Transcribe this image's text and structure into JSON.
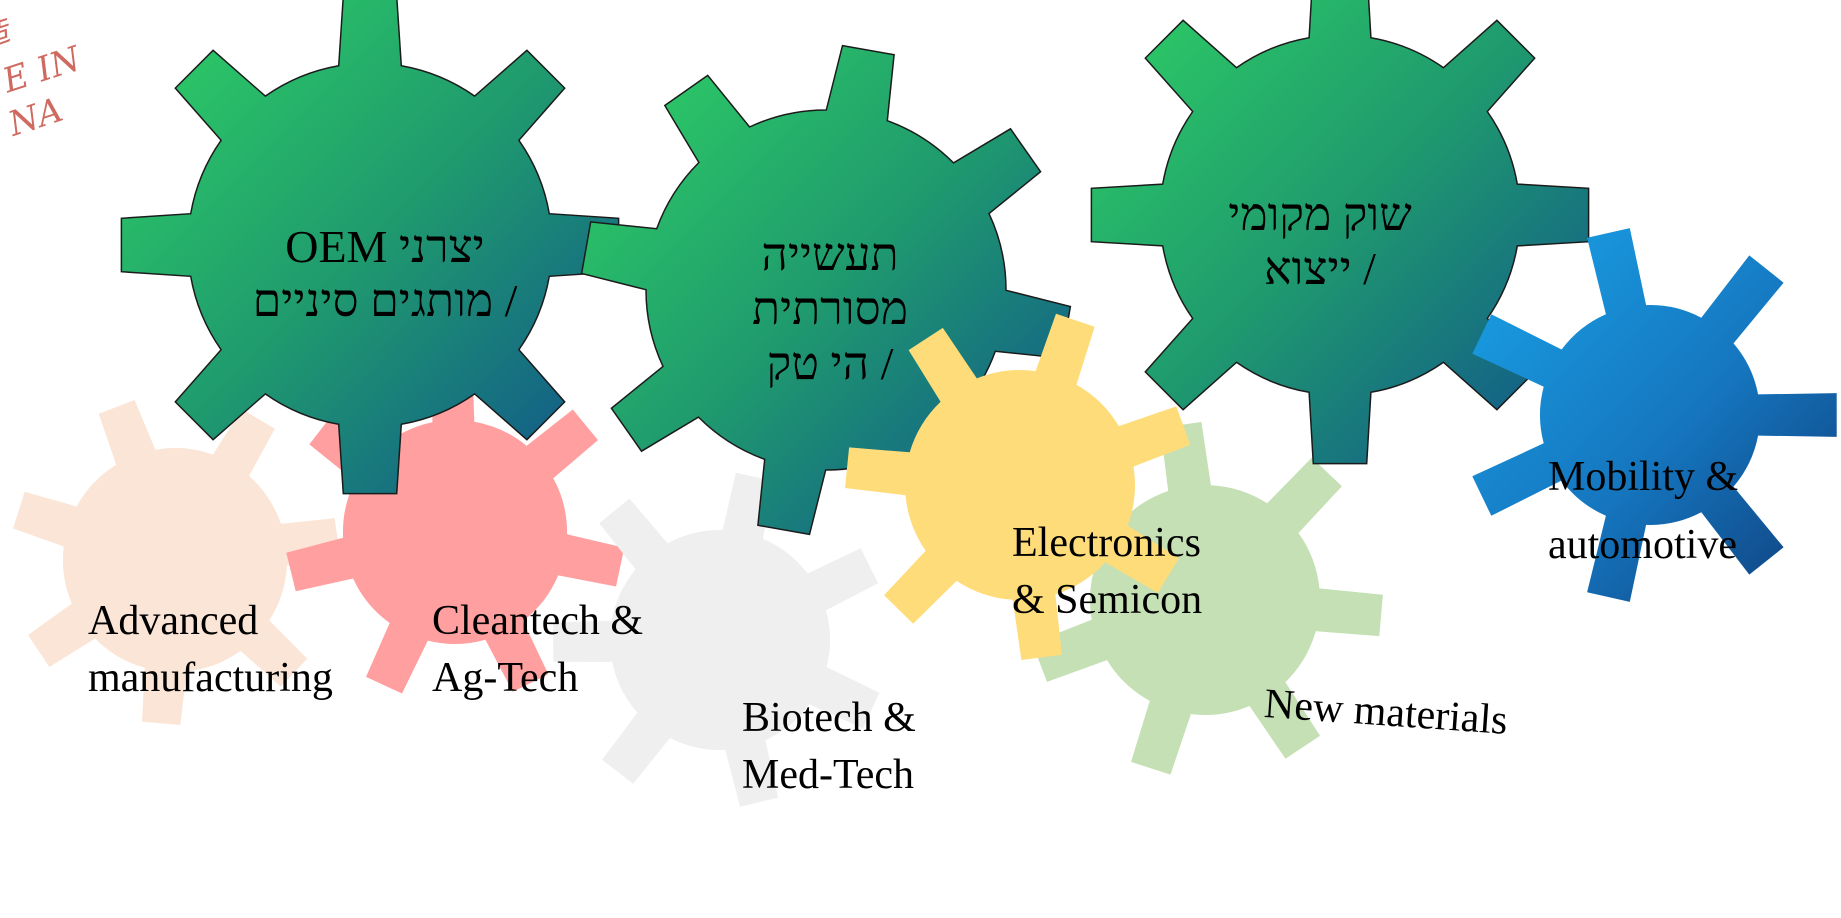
{
  "colors": {
    "green_gear_start": "#2fd364",
    "green_gear_end": "#10508e",
    "advanced_manufacturing": "#fbe5d6",
    "cleantech_agtech": "#ff9f9f",
    "biotech_medtech": "#efefef",
    "electronics_semicon": "#ffdc7a",
    "new_materials": "#c5e0b4",
    "mobility_start": "#1aa3e8",
    "mobility_end": "#0f3c78",
    "stamp_ink": "#c0392b"
  },
  "stamp": {
    "lines": [
      "造",
      "E IN",
      "NA"
    ]
  },
  "gears": {
    "oem": {
      "line1": "יצרני OEM",
      "line2": "/ מותגים סיניים"
    },
    "industry": {
      "line1": "תעשייה",
      "line2": "מסורתית",
      "line3": "/ הי טק"
    },
    "market": {
      "line1": "שוק מקומי",
      "line2": "/ ייצוא"
    },
    "advanced": {
      "line1": "Advanced",
      "line2": "manufacturing"
    },
    "cleantech": {
      "line1": "Cleantech &",
      "line2": "Ag-Tech"
    },
    "biotech": {
      "line1": "Biotech &",
      "line2": "Med-Tech"
    },
    "electronics": {
      "line1": "Electronics",
      "line2": "& Semicon"
    },
    "materials": {
      "line1": "New materials"
    },
    "mobility": {
      "line1": "Mobility &",
      "line2": "automotive"
    }
  }
}
